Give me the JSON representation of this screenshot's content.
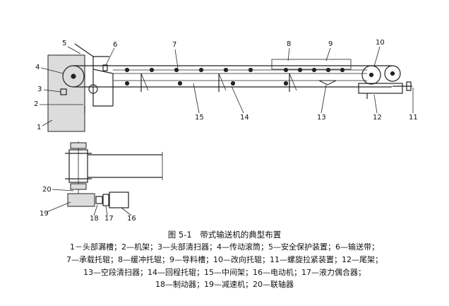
{
  "labels": {
    "l1": "1",
    "l2": "2",
    "l3": "3",
    "l4": "4",
    "l5": "5",
    "l6": "6",
    "l7": "7",
    "l8": "8",
    "l9": "9",
    "l10": "10",
    "l11": "11",
    "l12": "12",
    "l13": "13",
    "l14": "14",
    "l15": "15",
    "l16": "16",
    "l17": "17",
    "l18": "18",
    "l19": "19",
    "l20": "20"
  },
  "caption": {
    "title": "图 5-1　带式输送机的典型布置",
    "line1": "1－头部漏槽；2—机架；3—头部清扫器；4—传动滚筒；5—安全保护装置；6—输送带；",
    "line2": "7—承载托辊；8—缓冲托辊；9—导料槽；10—改向托辊；11—螺旋拉紧装置；12—尾架；",
    "line3": "13—空段清扫器；14—回程托辊；15—中间架；16—电动机；17—液力偶合器；",
    "line4": "18—制动器；19—减速机；20—联轴器"
  }
}
